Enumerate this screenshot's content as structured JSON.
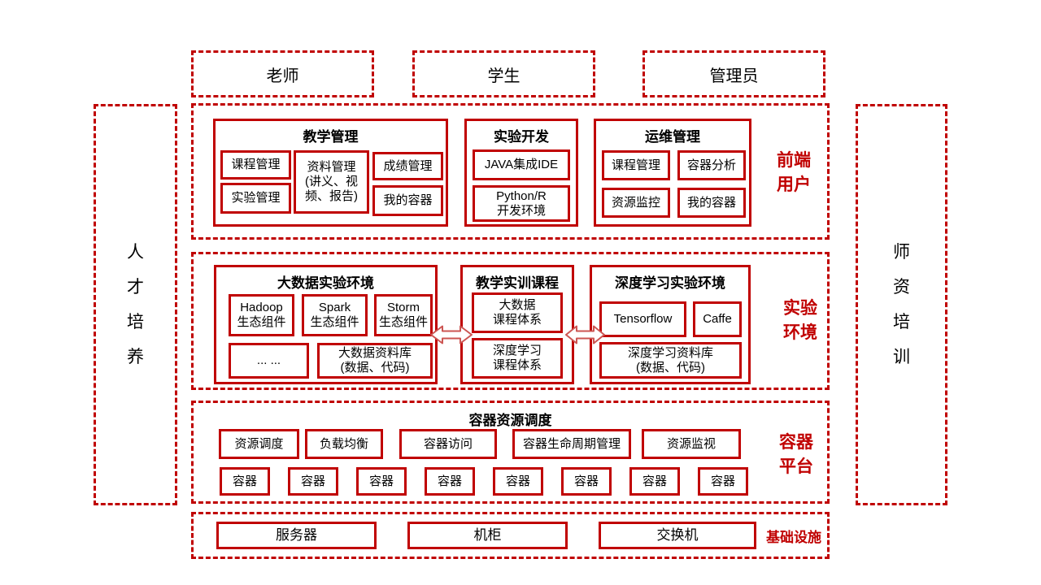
{
  "colors": {
    "accent": "#c00000",
    "text": "#000000",
    "arrow_stroke": "#cc5552",
    "arrow_fill": "#ffffff"
  },
  "actors": {
    "teacher": "老师",
    "student": "学生",
    "admin": "管理员"
  },
  "banners": {
    "left": "人\n才\n培\n养",
    "right": "师\n资\n培\n训"
  },
  "frontend": {
    "side_label": "前端\n用户",
    "teaching": {
      "title": "教学管理",
      "course_mgmt": "课程管理",
      "experiment_mgmt": "实验管理",
      "material_mgmt": "资料管理\n(讲义、视\n频、报告)",
      "grade_mgmt": "成绩管理",
      "my_container": "我的容器"
    },
    "dev": {
      "title": "实验开发",
      "java_ide": "JAVA集成IDE",
      "python_env": "Python/R\n开发环境"
    },
    "ops": {
      "title": "运维管理",
      "course_mgmt": "课程管理",
      "container_analysis": "容器分析",
      "resource_monitor": "资源监控",
      "my_container": "我的容器"
    }
  },
  "lab": {
    "side_label": "实验\n环境",
    "bigdata": {
      "title": "大数据实验环境",
      "hadoop": "Hadoop\n生态组件",
      "spark": "Spark\n生态组件",
      "storm": "Storm\n生态组件",
      "more": "... ...",
      "library": "大数据资料库\n(数据、代码)"
    },
    "courses": {
      "title": "教学实训课程",
      "bigdata_course": "大数据\n课程体系",
      "dl_course": "深度学习\n课程体系"
    },
    "deeplearning": {
      "title": "深度学习实验环境",
      "tensorflow": "Tensorflow",
      "caffe": "Caffe",
      "library": "深度学习资料库\n(数据、代码)"
    }
  },
  "container_platform": {
    "side_label": "容器\n平台",
    "scheduler_title": "容器资源调度",
    "features": [
      {
        "label": "资源调度"
      },
      {
        "label": "负载均衡"
      },
      {
        "label": "容器访问"
      },
      {
        "label": "容器生命周期管理"
      },
      {
        "label": "资源监视"
      }
    ],
    "containers": [
      {
        "label": "容器"
      },
      {
        "label": "容器"
      },
      {
        "label": "容器"
      },
      {
        "label": "容器"
      },
      {
        "label": "容器"
      },
      {
        "label": "容器"
      },
      {
        "label": "容器"
      },
      {
        "label": "容器"
      }
    ]
  },
  "infrastructure": {
    "side_label": "基础设施",
    "server": "服务器",
    "rack": "机柜",
    "switch": "交换机"
  }
}
